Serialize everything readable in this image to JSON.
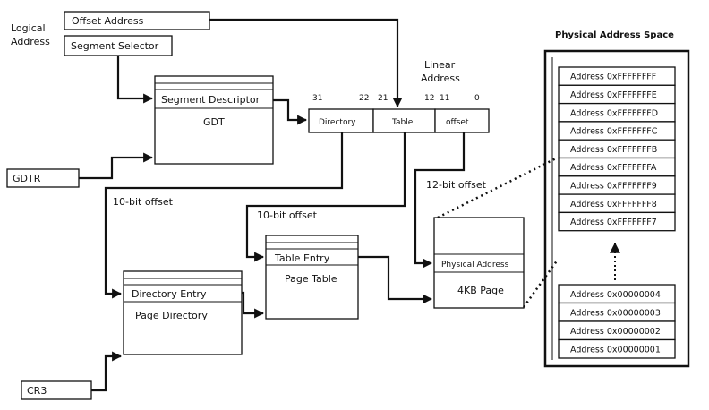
{
  "labels": {
    "logical_address": [
      "Logical",
      "Address"
    ],
    "offset_address": "Offset Address",
    "segment_selector": "Segment Selector",
    "segment_descriptor": "Segment Descriptor",
    "gdt": "GDT",
    "gdtr": "GDTR",
    "linear_address": [
      "Linear",
      "Address"
    ],
    "directory": "Directory",
    "table": "Table",
    "offset": "offset",
    "bit_31": "31",
    "bit_22": "22",
    "bit_21": "21",
    "bit_12": "12",
    "bit_11": "11",
    "bit_0": "0",
    "ten_bit_offset_1": "10-bit offset",
    "ten_bit_offset_2": "10-bit offset",
    "twelve_bit_offset": "12-bit offset",
    "table_entry": "Table Entry",
    "page_table": "Page Table",
    "physical_address": "Physical Address",
    "four_kb_page": "4KB Page",
    "directory_entry": "Directory Entry",
    "page_directory": "Page Directory",
    "cr3": "CR3",
    "physical_address_space": "Physical Address Space"
  },
  "address_rows_top": [
    "Address 0xFFFFFFFF",
    "Address 0xFFFFFFFE",
    "Address 0xFFFFFFFD",
    "Address 0xFFFFFFFC",
    "Address 0xFFFFFFFB",
    "Address 0xFFFFFFFA",
    "Address 0xFFFFFFF9",
    "Address 0xFFFFFFF8",
    "Address 0xFFFFFFF7"
  ],
  "address_rows_bottom": [
    "Address 0x00000004",
    "Address 0x00000003",
    "Address 0x00000002",
    "Address 0x00000001"
  ]
}
